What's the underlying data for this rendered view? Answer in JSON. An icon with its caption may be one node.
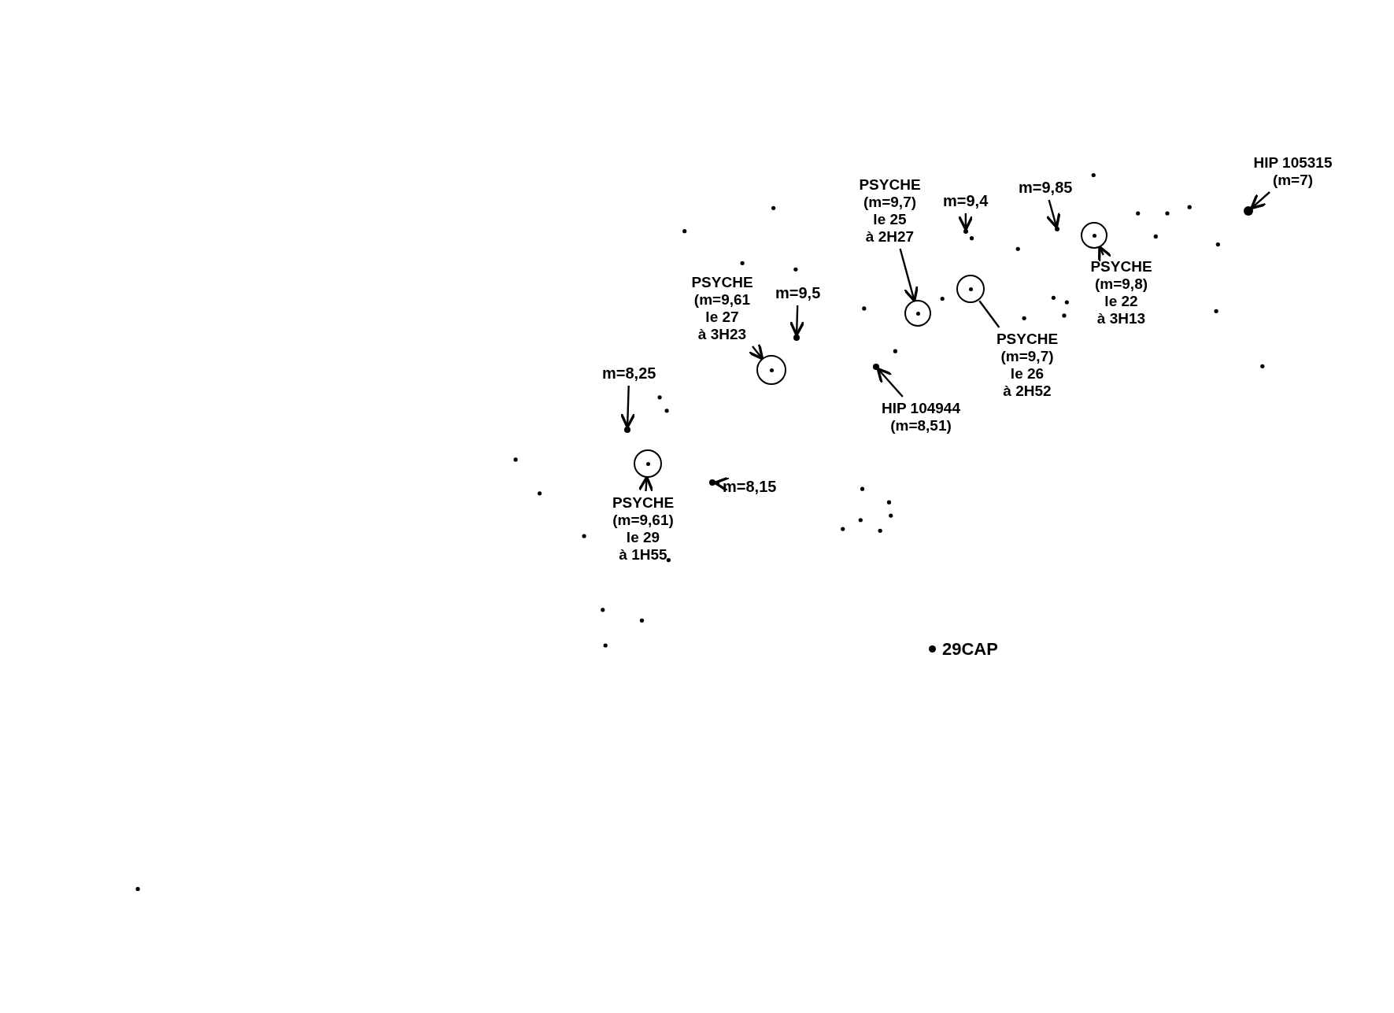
{
  "diagram": {
    "nodes": [
      {
        "text": [
          "PSYCHE",
          "(m=9,61",
          "le 27",
          "à 3H23"
        ]
      },
      {
        "text": [],
        "shape": "circle"
      },
      {
        "text": [
          "m=9,5"
        ]
      },
      {
        "text": [],
        "shape": "dot"
      },
      {
        "text": [
          "m=8,25"
        ]
      },
      {
        "text": [],
        "shape": "dot"
      },
      {
        "text": [
          "PSYCHE",
          "(m=9,7)",
          "le 25",
          "à 2H27"
        ]
      },
      {
        "text": [],
        "shape": "circle"
      },
      {
        "text": [
          "m=9,4"
        ]
      },
      {
        "text": [],
        "shape": "dot"
      },
      {
        "text": [
          "m=9,85"
        ]
      },
      {
        "text": [],
        "shape": "dot"
      },
      {
        "text": [
          "PSYCHE",
          "(m=9,7)",
          "le 26",
          "à 2H52"
        ]
      },
      {
        "text": [],
        "shape": "circle"
      },
      {
        "text": [
          "PSYCHE",
          "(m=9,8)",
          "le 22",
          "à 3H13"
        ]
      },
      {
        "text": [],
        "shape": "circle"
      },
      {
        "text": [
          "HIP 105315",
          "(m=7)"
        ]
      },
      {
        "text": [],
        "shape": "dot"
      },
      {
        "text": [
          "HIP 104944",
          "(m=8,51)"
        ]
      },
      {
        "text": [],
        "shape": "dot"
      },
      {
        "text": [
          "PSYCHE",
          "(m=9,61)",
          "le 29",
          "à 1H55"
        ]
      },
      {
        "text": [],
        "shape": "circle"
      },
      {
        "text": [
          "m=8,15"
        ]
      },
      {
        "text": [],
        "shape": "dot"
      }
    ],
    "edges": [
      {
        "from": 0,
        "to": 1,
        "arrow": "to"
      },
      {
        "from": 2,
        "to": 3,
        "arrow": "to"
      },
      {
        "from": 4,
        "to": 5,
        "arrow": "to"
      },
      {
        "from": 6,
        "to": 7,
        "arrow": "to"
      },
      {
        "from": 8,
        "to": 9,
        "arrow": "to"
      },
      {
        "from": 10,
        "to": 11,
        "arrow": "to"
      },
      {
        "from": 12,
        "to": 13,
        "arrow": "none"
      },
      {
        "from": 14,
        "to": 15,
        "arrow": "to"
      },
      {
        "from": 16,
        "to": 17,
        "arrow": "to"
      },
      {
        "from": 18,
        "to": 19,
        "arrow": "to"
      },
      {
        "from": 20,
        "to": 21,
        "arrow": "to"
      },
      {
        "from": 22,
        "to": 23,
        "arrow": "to"
      }
    ],
    "labels": [
      "29CAP"
    ]
  }
}
